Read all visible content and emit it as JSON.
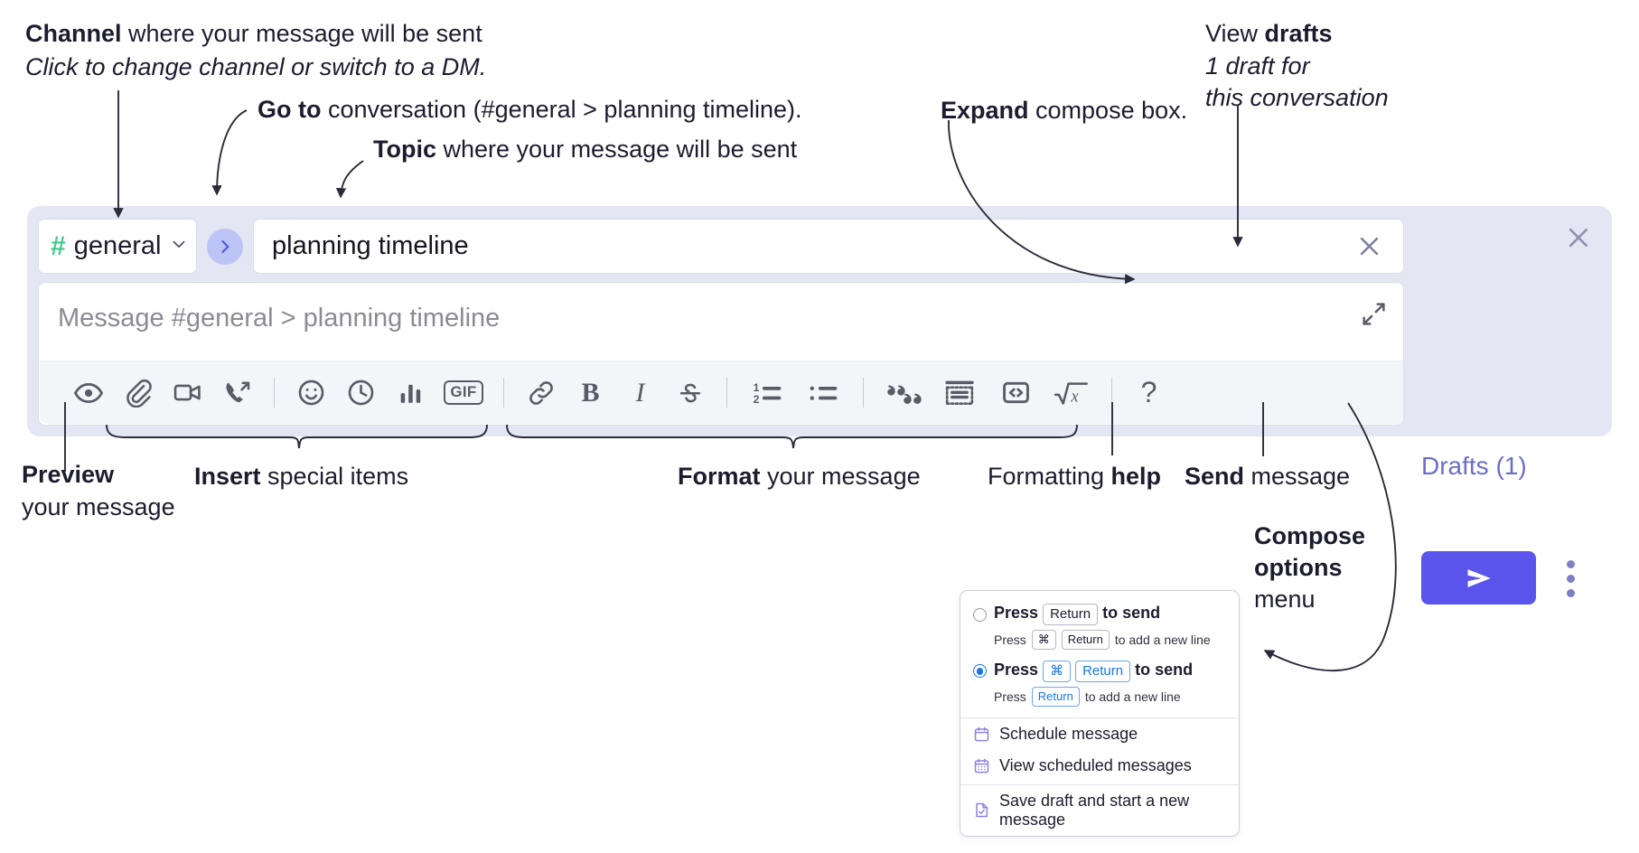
{
  "annotations": {
    "channel": {
      "bold": "Channel",
      "rest": " where your message will be sent",
      "italic": "Click to change channel or switch to a DM."
    },
    "goto": {
      "bold": "Go to",
      "rest": " conversation (#general > planning timeline)."
    },
    "topic": {
      "bold": "Topic",
      "rest": " where your message will be sent"
    },
    "expand": {
      "bold": "Expand",
      "rest": " compose box."
    },
    "drafts": {
      "bold_lead": "View ",
      "bold": "drafts",
      "italic1": "1 draft for",
      "italic2": "this conversation"
    },
    "preview": {
      "bold": "Preview",
      "rest": "your message"
    },
    "insert": {
      "bold": "Insert",
      "rest": " special items"
    },
    "format": {
      "bold": "Format",
      "rest": " your message"
    },
    "help": {
      "lead": "Formatting ",
      "bold": "help"
    },
    "send": {
      "bold": "Send",
      "rest": " message"
    },
    "compose_options": {
      "bold1": "Compose",
      "bold2": "options",
      "rest": "menu"
    }
  },
  "compose": {
    "channel": {
      "icon": "hash-icon",
      "name": "general",
      "chevron": "chevron-down-icon"
    },
    "go_to_conversation_icon": "chevron-right-icon",
    "topic": {
      "value": "planning timeline",
      "clear_icon": "close-icon"
    },
    "message": {
      "placeholder": "Message #general > planning timeline",
      "value": ""
    },
    "expand_icon": "expand-icon",
    "close_icon": "close-icon",
    "drafts_label": "Drafts (1)",
    "send_icon": "send-icon",
    "kebab_icon": "more-options-icon",
    "toolbar": [
      {
        "name": "preview-icon",
        "label": "Preview"
      },
      {
        "name": "attachment-icon",
        "label": "Attach file"
      },
      {
        "name": "video-icon",
        "label": "Record video clip"
      },
      {
        "name": "audio-call-icon",
        "label": "Record audio clip"
      },
      {
        "name": "separator",
        "label": ""
      },
      {
        "name": "emoji-icon",
        "label": "Emoji"
      },
      {
        "name": "clock-icon",
        "label": "Reminder"
      },
      {
        "name": "poll-icon",
        "label": "Poll"
      },
      {
        "name": "gif-icon",
        "label": "GIF"
      },
      {
        "name": "separator",
        "label": ""
      },
      {
        "name": "link-icon",
        "label": "Link"
      },
      {
        "name": "bold-icon",
        "label": "B"
      },
      {
        "name": "italic-icon",
        "label": "I"
      },
      {
        "name": "strikethrough-icon",
        "label": "Strikethrough"
      },
      {
        "name": "separator",
        "label": ""
      },
      {
        "name": "ordered-list-icon",
        "label": "Numbered list"
      },
      {
        "name": "bulleted-list-icon",
        "label": "Bulleted list"
      },
      {
        "name": "separator",
        "label": ""
      },
      {
        "name": "blockquote-icon",
        "label": "Blockquote"
      },
      {
        "name": "code-block-icon",
        "label": "Code block"
      },
      {
        "name": "code-icon",
        "label": "Code"
      },
      {
        "name": "math-icon",
        "label": "Math"
      },
      {
        "name": "separator",
        "label": ""
      },
      {
        "name": "help-icon",
        "label": "?"
      }
    ]
  },
  "menu": {
    "options": [
      {
        "selected": false,
        "line1": {
          "pre": "Press",
          "keys": [
            "Return"
          ],
          "post": "to send"
        },
        "line2": {
          "pre": "Press",
          "keys": [
            "⌘",
            "Return"
          ],
          "post": "to add a new line"
        }
      },
      {
        "selected": true,
        "line1": {
          "pre": "Press",
          "keys": [
            "⌘",
            "Return"
          ],
          "post": "to send"
        },
        "line2": {
          "pre": "Press",
          "keys": [
            "Return"
          ],
          "post": "to add a new line"
        }
      }
    ],
    "items": [
      {
        "icon": "calendar-icon",
        "label": "Schedule message"
      },
      {
        "icon": "calendar-grid-icon",
        "label": "View scheduled messages"
      },
      {
        "icon": "save-draft-icon",
        "label": "Save draft and start a new message"
      }
    ]
  },
  "colors": {
    "compose_bg": "#e4e6f3",
    "send_purple": "#5a54ed",
    "hash_green": "#3fca8e",
    "go_pill": "#bcc4f6",
    "drafts_text": "#6b6ec9",
    "radio_blue": "#1a76e8",
    "menu_icon_purple": "#8b84e0",
    "text": "#1d1c2e"
  }
}
